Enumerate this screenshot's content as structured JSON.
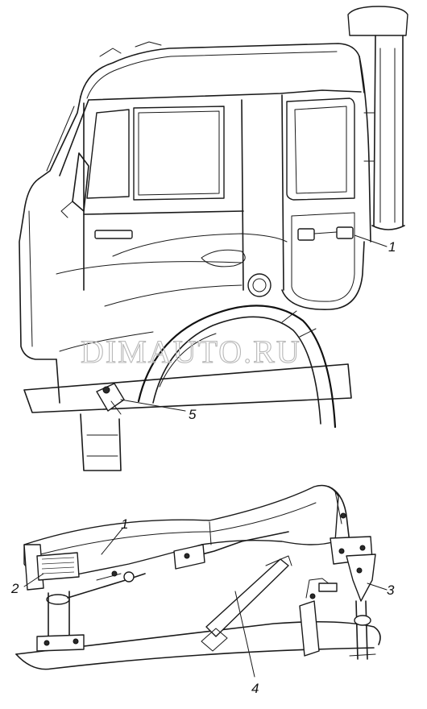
{
  "watermark": "DIMAUTO.RU",
  "callouts": {
    "c1_top": "1",
    "c5": "5",
    "c1_bottom": "1",
    "c2": "2",
    "c3": "3",
    "c4": "4"
  }
}
